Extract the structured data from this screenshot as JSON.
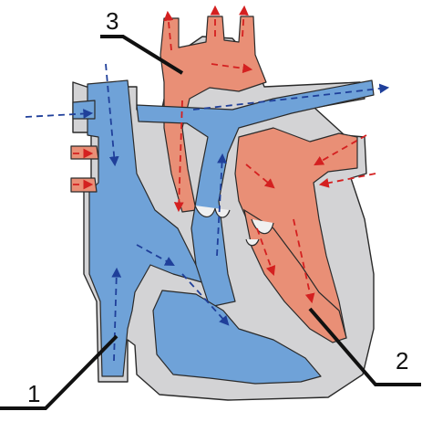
{
  "labels": {
    "one": "1",
    "two": "2",
    "three": "3"
  },
  "colors": {
    "deoxygenated": "#6fa2d8",
    "oxygenated": "#e98f76",
    "wall": "#d3d3d5",
    "flow_blue": "#1f3f9a",
    "flow_red": "#d42020"
  }
}
